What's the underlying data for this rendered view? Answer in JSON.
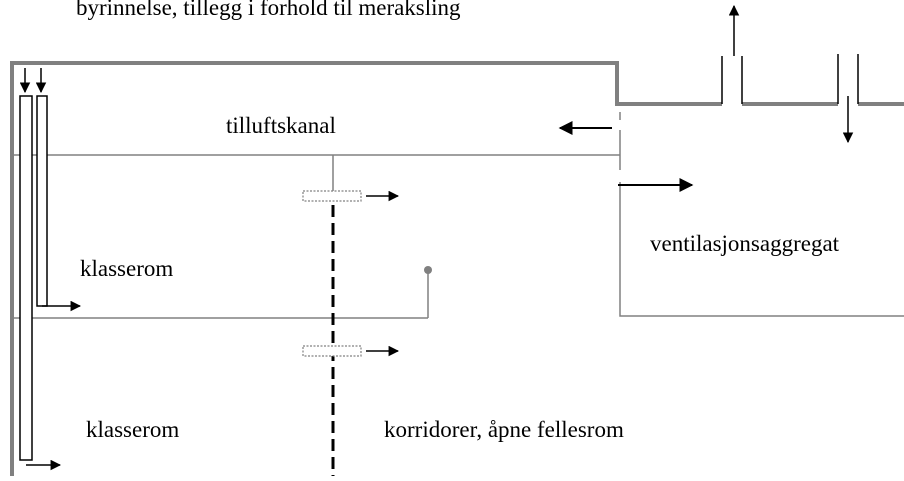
{
  "diagram": {
    "top_text": "byrinnelse, tillegg i forhold til meraksling",
    "labels": {
      "supply_duct": "tilluftskanal",
      "ventilation_unit": "ventilasjonsaggregat",
      "classroom_upper": "klasserom",
      "classroom_lower": "klasserom",
      "corridor": "korridorer, åpne fellesrom"
    },
    "colors": {
      "wall": "#808080",
      "line": "#808080",
      "arrow": "#000000",
      "transfer_grille": "#808080"
    }
  }
}
